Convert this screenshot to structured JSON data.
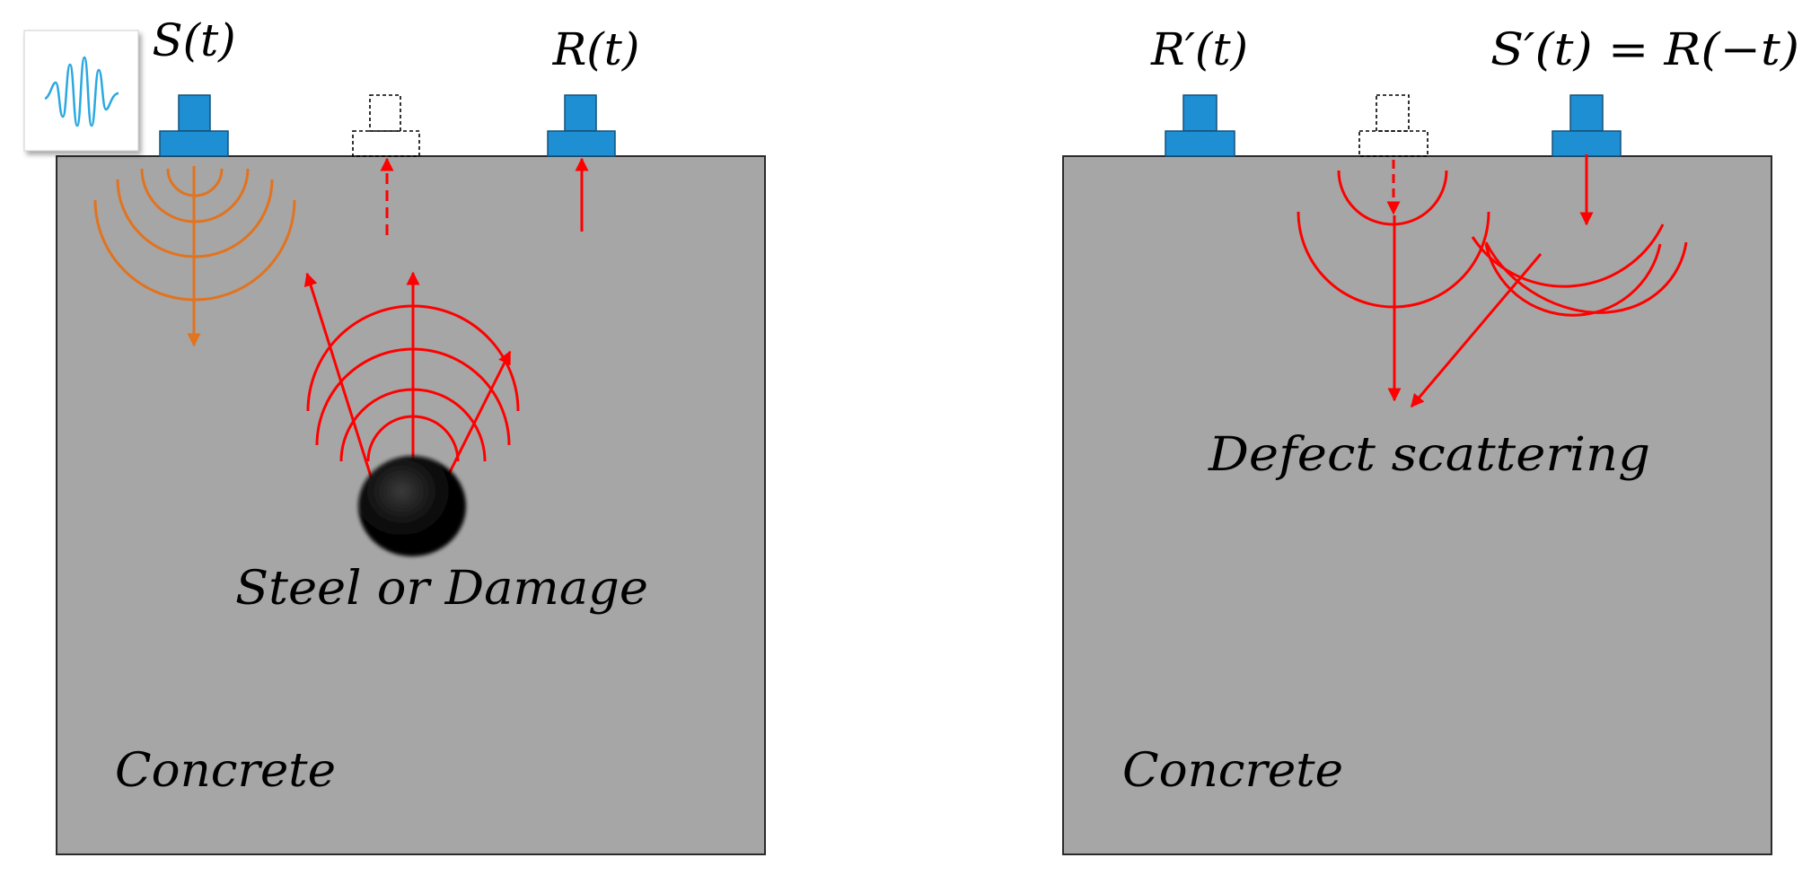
{
  "left_panel": {
    "source_label": "S(t)",
    "receiver_label": "R(t)",
    "object_label": "Steel or Damage",
    "medium_label": "Concrete"
  },
  "right_panel": {
    "receiver_label": "R′(t)",
    "source_label": "S′(t) = R(−t)",
    "scatter_label": "Defect scattering",
    "medium_label": "Concrete"
  },
  "colors": {
    "concrete": "#a6a6a6",
    "transducer": "#1f8fd3",
    "incident_wave": "#e2731f",
    "reflected_wave": "#ff0000",
    "pulse_trace": "#2aa8e0",
    "defect": "#000000"
  },
  "icons": {
    "pulse": "waveform-pulse-icon",
    "transducer": "transducer-block"
  }
}
